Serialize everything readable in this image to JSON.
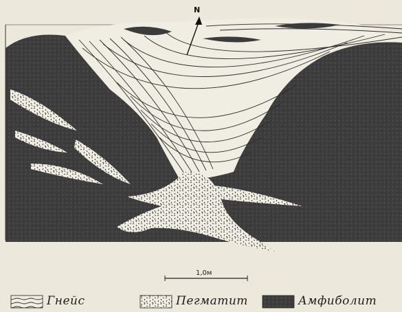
{
  "figure": {
    "north_label": "N",
    "scale_text": "1,0м",
    "legend": [
      {
        "label": "Гнейс",
        "pattern": "gneiss"
      },
      {
        "label": "Пегматит",
        "pattern": "pegmatite"
      },
      {
        "label": "Амфиболит",
        "pattern": "amphibolite"
      }
    ]
  },
  "colors": {
    "paper": "#ece8dc",
    "amphibolite": "#3b3b3b",
    "ink": "#1d1d1d"
  }
}
